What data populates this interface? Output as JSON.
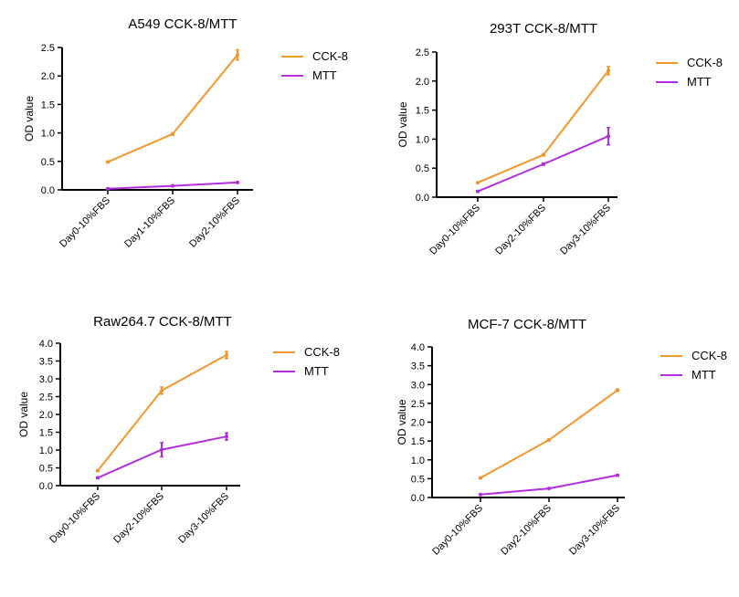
{
  "colors": {
    "cck8": "#f5962a",
    "mtt": "#b32de0",
    "axis": "#000000"
  },
  "chart_data": [
    {
      "type": "line",
      "title": "A549 CCK-8/MTT",
      "ylabel": "OD value",
      "categories": [
        "Day0-10%FBS",
        "Day1-10%FBS",
        "Day2-10%FBS"
      ],
      "ylim": [
        0,
        2.5
      ],
      "yticks": [
        "0.0",
        "0.5",
        "1.0",
        "1.5",
        "2.0",
        "2.5"
      ],
      "series": [
        {
          "name": "CCK-8",
          "values": [
            0.49,
            0.98,
            2.37
          ],
          "errors": [
            0.01,
            0.02,
            0.09
          ]
        },
        {
          "name": "MTT",
          "values": [
            0.02,
            0.07,
            0.13
          ],
          "errors": [
            0.01,
            0.01,
            0.01
          ]
        }
      ]
    },
    {
      "type": "line",
      "title": "293T CCK-8/MTT",
      "ylabel": "OD value",
      "categories": [
        "Day0-10%FBS",
        "Day2-10%FBS",
        "Day3-10%FBS"
      ],
      "ylim": [
        0,
        2.5
      ],
      "yticks": [
        "0.0",
        "0.5",
        "1.0",
        "1.5",
        "2.0",
        "2.5"
      ],
      "series": [
        {
          "name": "CCK-8",
          "values": [
            0.25,
            0.73,
            2.18
          ],
          "errors": [
            0.01,
            0.02,
            0.07
          ]
        },
        {
          "name": "MTT",
          "values": [
            0.1,
            0.57,
            1.05
          ],
          "errors": [
            0.01,
            0.02,
            0.15
          ]
        }
      ]
    },
    {
      "type": "line",
      "title": "Raw264.7 CCK-8/MTT",
      "ylabel": "OD value",
      "categories": [
        "Day0-10%FBS",
        "Day2-10%FBS",
        "Day3-10%FBS"
      ],
      "ylim": [
        0,
        4.0
      ],
      "yticks": [
        "0.0",
        "0.5",
        "1.0",
        "1.5",
        "2.0",
        "2.5",
        "3.0",
        "3.5",
        "4.0"
      ],
      "series": [
        {
          "name": "CCK-8",
          "values": [
            0.42,
            2.67,
            3.67
          ],
          "errors": [
            0.02,
            0.1,
            0.1
          ]
        },
        {
          "name": "MTT",
          "values": [
            0.22,
            1.01,
            1.38
          ],
          "errors": [
            0.02,
            0.2,
            0.1
          ]
        }
      ]
    },
    {
      "type": "line",
      "title": "MCF-7 CCK-8/MTT",
      "ylabel": "OD value",
      "categories": [
        "Day0-10%FBS",
        "Day2-10%FBS",
        "Day3-10%FBS"
      ],
      "ylim": [
        0,
        4.0
      ],
      "yticks": [
        "0.0",
        "0.5",
        "1.0",
        "1.5",
        "2.0",
        "2.5",
        "3.0",
        "3.5",
        "4.0"
      ],
      "series": [
        {
          "name": "CCK-8",
          "values": [
            0.52,
            1.53,
            2.85
          ],
          "errors": [
            0.02,
            0.02,
            0.03
          ]
        },
        {
          "name": "MTT",
          "values": [
            0.08,
            0.24,
            0.59
          ],
          "errors": [
            0.01,
            0.01,
            0.02
          ]
        }
      ]
    }
  ]
}
